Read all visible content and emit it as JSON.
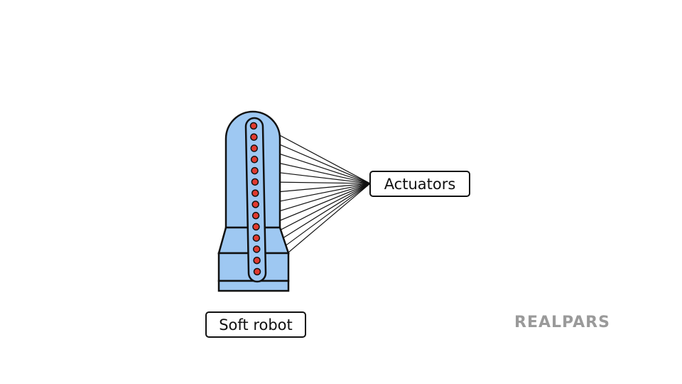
{
  "diagram": {
    "actuators_label": "Actuators",
    "soft_robot_label": "Soft robot",
    "actuator_count": 14,
    "colors": {
      "body_fill": "#9ec8f2",
      "outline": "#111111",
      "actuator_dot": "#e03a2f",
      "background": "#ffffff"
    }
  },
  "branding": {
    "logo_text": "REALPARS",
    "logo_color": "#9a9a9a"
  }
}
